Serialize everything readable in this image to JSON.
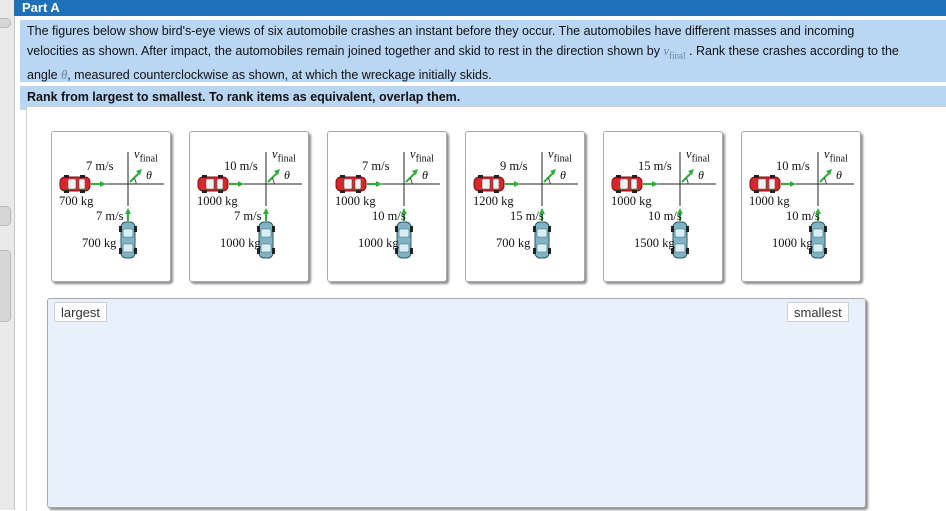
{
  "part": {
    "title": "Part A"
  },
  "question": {
    "line1": "The figures below show bird's-eye views of six automobile crashes an instant before they occur. The automobiles have different masses and incoming",
    "line2_pre": "velocities as shown. After impact, the automobiles remain joined together and skid to rest in the direction shown by",
    "var_v": "v",
    "var_v_sub": "final",
    "line2_post": ". Rank these crashes according to the",
    "line3_pre": "angle",
    "var_theta": "θ",
    "line3_post": ", measured counterclockwise as shown, at which the wreckage initially skids."
  },
  "instruction": "Rank from largest to smallest. To rank items as equivalent, overlap them.",
  "tiles": [
    {
      "v1": "7 m/s",
      "m1": "700 kg",
      "v2": "7 m/s",
      "m2": "700 kg",
      "vfinal": "v",
      "vfinal_sub": "final",
      "theta": "θ"
    },
    {
      "v1": "10 m/s",
      "m1": "1000 kg",
      "v2": "7 m/s",
      "m2": "1000 kg",
      "vfinal": "v",
      "vfinal_sub": "final",
      "theta": "θ"
    },
    {
      "v1": "7 m/s",
      "m1": "1000 kg",
      "v2": "10 m/s",
      "m2": "1000 kg",
      "vfinal": "v",
      "vfinal_sub": "final",
      "theta": "θ"
    },
    {
      "v1": "9 m/s",
      "m1": "1200 kg",
      "v2": "15 m/s",
      "m2": "700 kg",
      "vfinal": "v",
      "vfinal_sub": "final",
      "theta": "θ"
    },
    {
      "v1": "15 m/s",
      "m1": "1000 kg",
      "v2": "10 m/s",
      "m2": "1500 kg",
      "vfinal": "v",
      "vfinal_sub": "final",
      "theta": "θ"
    },
    {
      "v1": "10 m/s",
      "m1": "1000 kg",
      "v2": "10 m/s",
      "m2": "1000 kg",
      "vfinal": "v",
      "vfinal_sub": "final",
      "theta": "θ"
    }
  ],
  "ranking": {
    "largest_label": "largest",
    "smallest_label": "smallest"
  },
  "colors": {
    "header": "#1d71b8",
    "question_bg": "#b9d6f5",
    "dropzone_bg": "#e8f0fb",
    "red_car": "#d8262b",
    "blue_car": "#7fb3c4",
    "arrow_green": "#2fae3a"
  }
}
